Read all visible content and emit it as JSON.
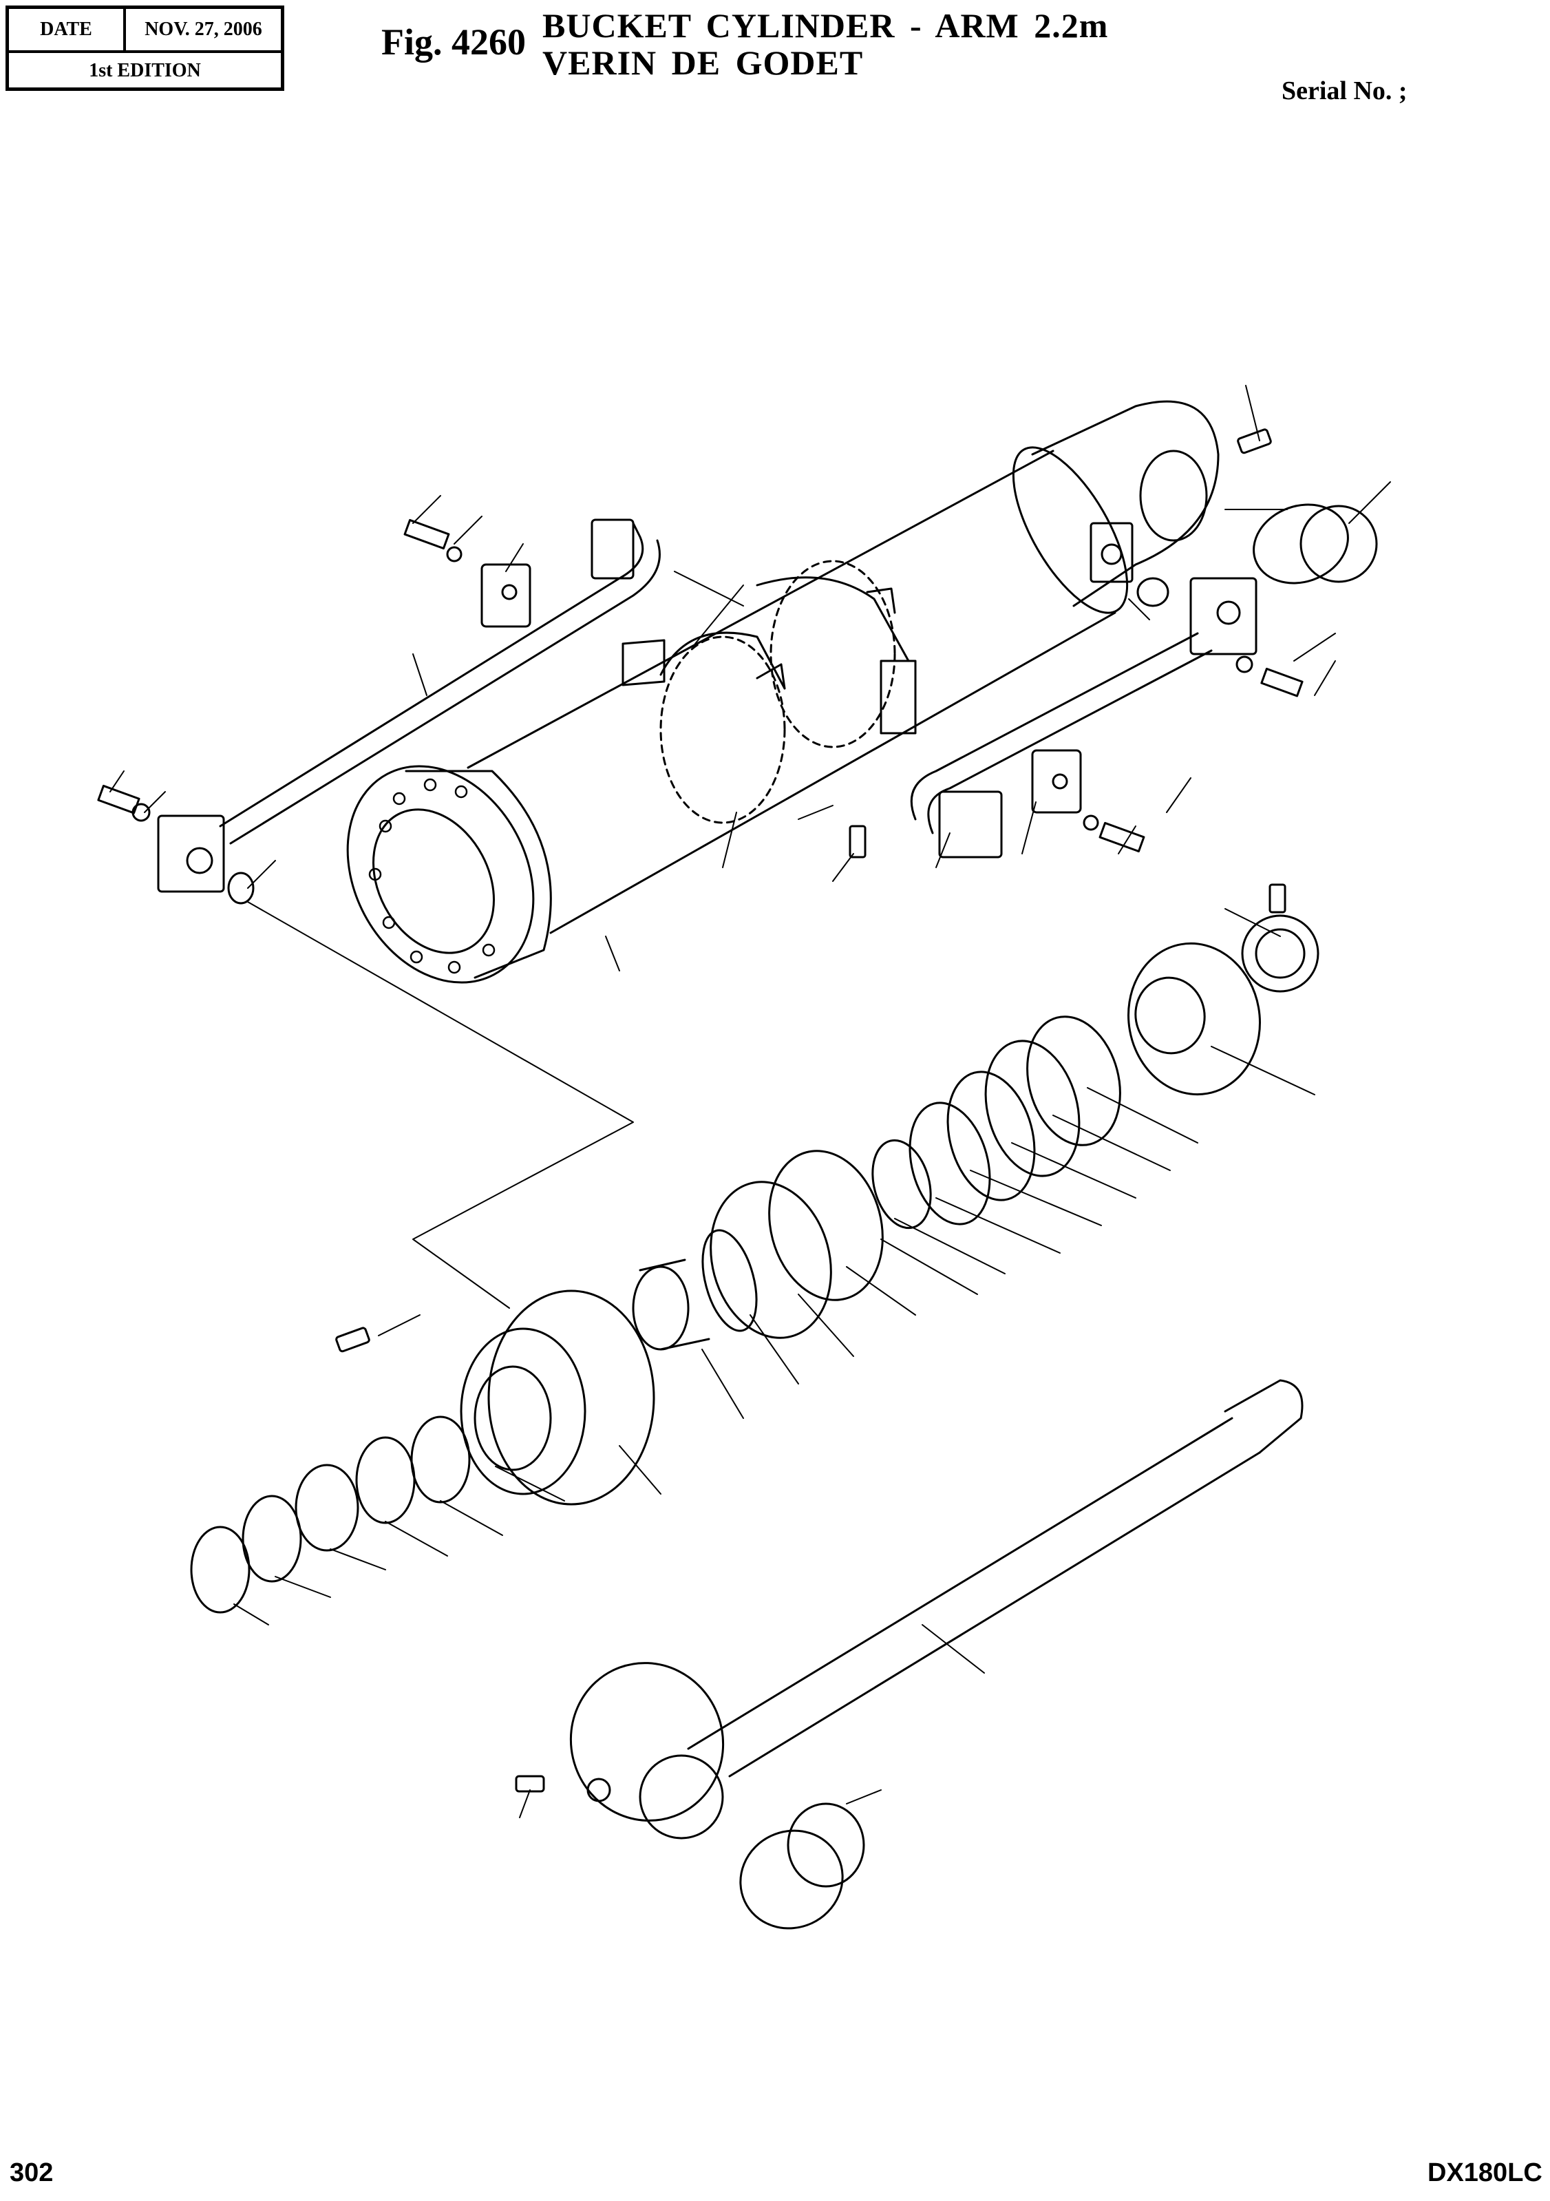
{
  "header": {
    "date_label": "DATE",
    "date_value": "NOV. 27, 2006",
    "edition": "1st EDITION",
    "fig_number": "Fig. 4260",
    "title_en": "BUCKET CYLINDER - ARM 2.2m",
    "title_fr": "VERIN DE GODET",
    "serial": "Serial No. ;"
  },
  "footer": {
    "page_number": "302",
    "model": "DX180LC"
  }
}
